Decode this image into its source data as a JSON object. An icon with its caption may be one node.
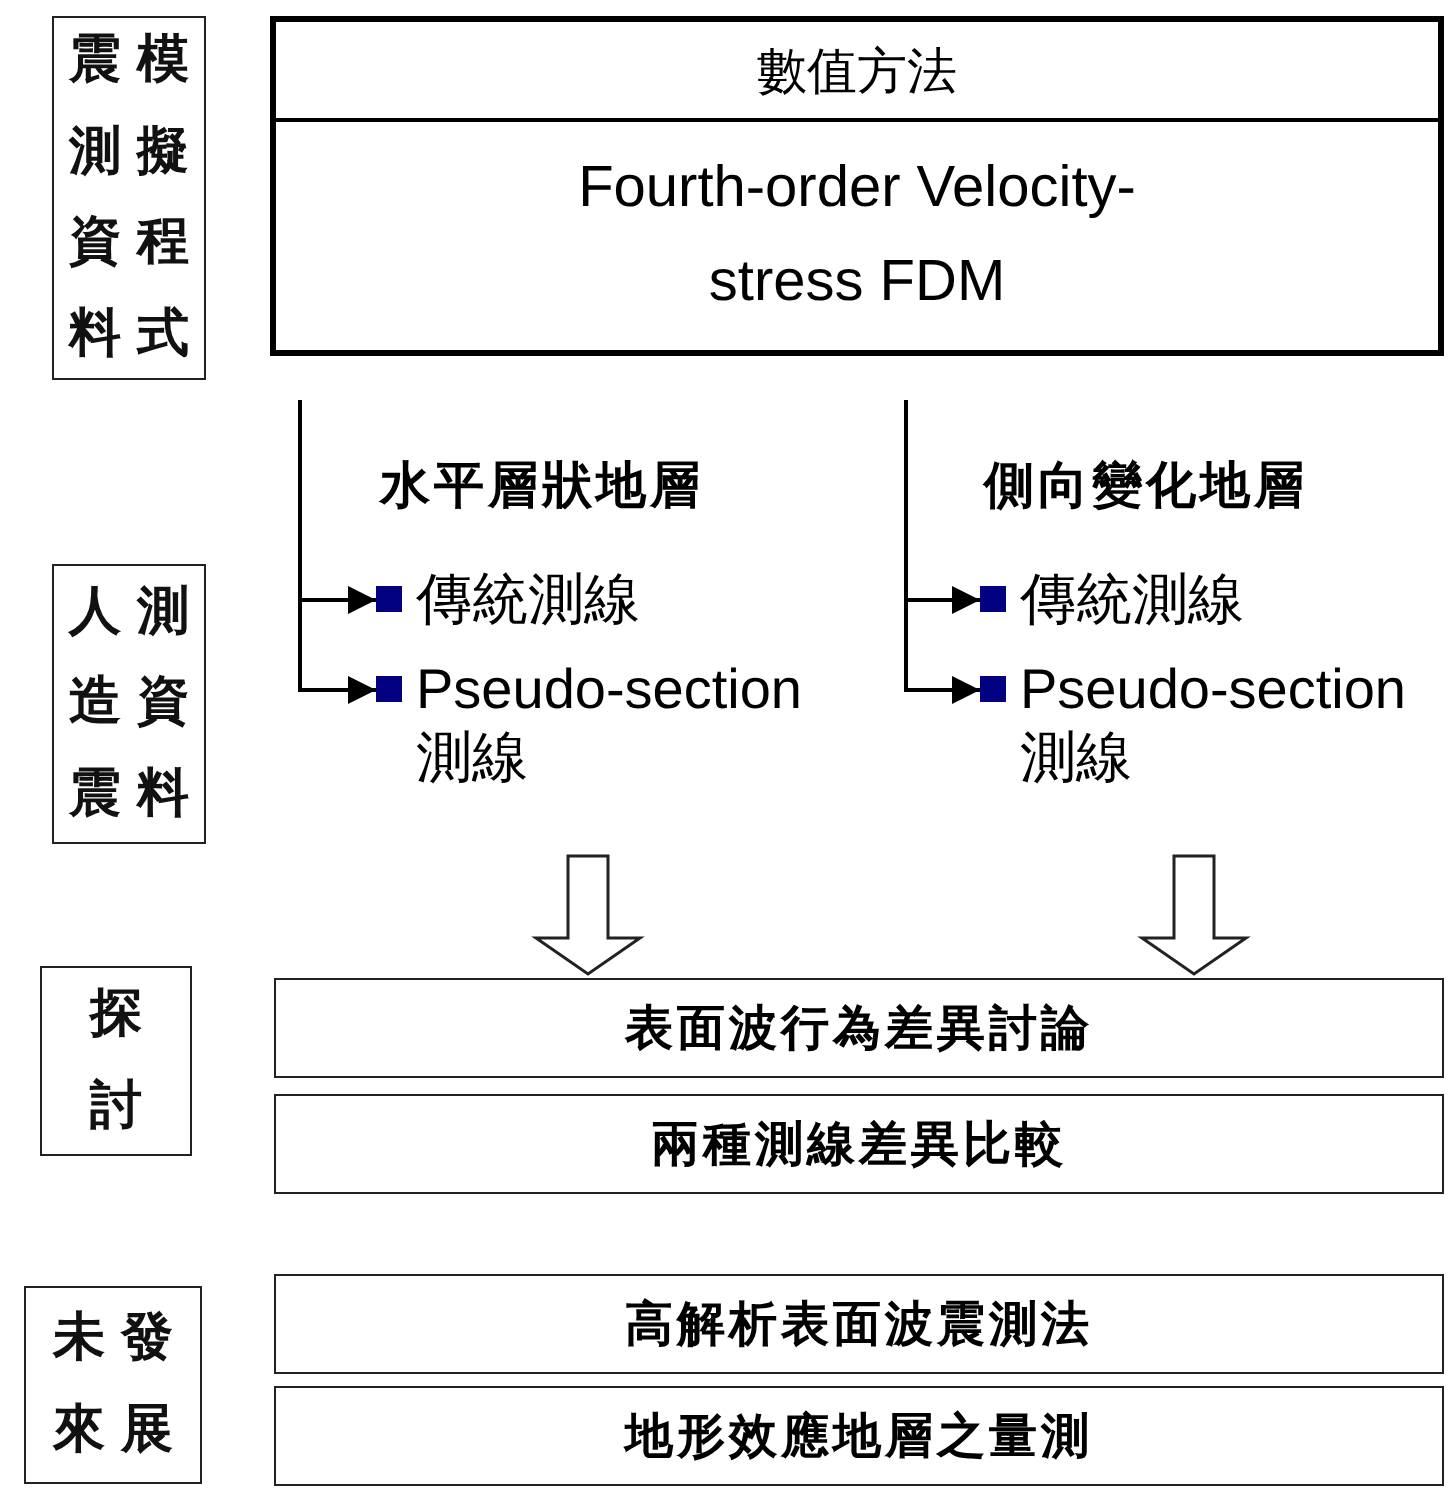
{
  "diagram": {
    "nodes": [
      {
        "text": [
          "震測資料",
          "模擬程式"
        ]
      },
      {
        "text": [
          "數值方法",
          "Fourth-order Velocity-stress FDM"
        ]
      },
      {
        "text": [
          "人造震",
          "測資料"
        ]
      },
      {
        "text": [
          "傳統測線"
        ]
      },
      {
        "text": [
          "Pseudo-section 測線"
        ]
      },
      {
        "text": [
          "傳統測線"
        ]
      },
      {
        "text": [
          "Pseudo-section 測線"
        ]
      },
      {
        "text": [
          "探討"
        ]
      },
      {
        "text": [
          "表面波行為差異討論"
        ]
      },
      {
        "text": [
          "兩種測線差異比較"
        ]
      },
      {
        "text": [
          "未來",
          "發展"
        ]
      },
      {
        "text": [
          "高解析表面波震測法"
        ]
      },
      {
        "text": [
          "地形效應地層之量測"
        ]
      }
    ],
    "edges": [
      {
        "from": null,
        "to": 3,
        "arrow": "to"
      },
      {
        "from": null,
        "to": 4,
        "arrow": "to"
      },
      {
        "from": null,
        "to": 5,
        "arrow": "to"
      },
      {
        "from": null,
        "to": 6,
        "arrow": "to"
      },
      {
        "from": null,
        "to": 8,
        "arrow": "to",
        "style": "thick"
      },
      {
        "from": null,
        "to": 8,
        "arrow": "to",
        "style": "thick"
      }
    ],
    "labels": [
      "水平層狀地層",
      "側向變化地層"
    ]
  }
}
